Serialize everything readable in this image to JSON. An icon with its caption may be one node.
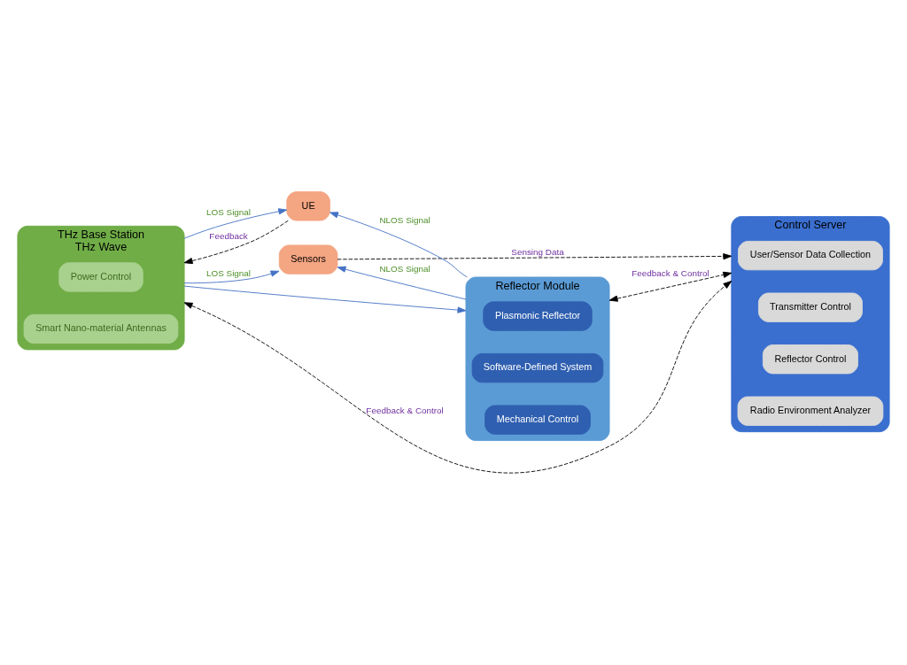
{
  "diagram": {
    "nodes": [
      {
        "text": [
          "THz Base Station",
          "THz Wave"
        ]
      },
      {
        "text": [
          "Power Control"
        ],
        "in": 0
      },
      {
        "text": [
          "Smart Nano-material Antennas"
        ],
        "in": 0
      },
      {
        "text": [
          "UE"
        ]
      },
      {
        "text": [
          "Sensors"
        ]
      },
      {
        "text": [
          "Reflector Module"
        ]
      },
      {
        "text": [
          "Plasmonic Reflector"
        ],
        "in": 5
      },
      {
        "text": [
          "Software-Defined System"
        ],
        "in": 5
      },
      {
        "text": [
          "Mechanical Control"
        ],
        "in": 5
      },
      {
        "text": [
          "Control Server"
        ]
      },
      {
        "text": [
          "User/Sensor Data Collection"
        ],
        "in": 9
      },
      {
        "text": [
          "Transmitter Control"
        ],
        "in": 9
      },
      {
        "text": [
          "Reflector Control"
        ],
        "in": 9
      },
      {
        "text": [
          "Radio Environment Analyzer"
        ],
        "in": 9
      }
    ],
    "edges": [
      {
        "from": 0,
        "to": 5,
        "arrow": "to",
        "color": "#4472c4"
      },
      {
        "from": 0,
        "to": 3,
        "arrow": "to",
        "label": "LOS Signal",
        "color": "#4472c4"
      },
      {
        "from": 3,
        "to": 0,
        "arrow": "to",
        "label": "Feedback",
        "style": "dashed",
        "color": "#000000"
      },
      {
        "from": 5,
        "to": 3,
        "arrow": "to",
        "label": "NLOS Signal",
        "color": "#4472c4"
      },
      {
        "from": 0,
        "to": 4,
        "arrow": "to",
        "label": "LOS Signal",
        "color": "#4472c4"
      },
      {
        "from": 5,
        "to": 4,
        "arrow": "to",
        "label": "NLOS Signal",
        "color": "#4472c4"
      },
      {
        "from": 4,
        "to": 9,
        "arrow": "to",
        "label": "Sensing Data",
        "style": "dashed",
        "color": "#000000"
      },
      {
        "from": 0,
        "to": 9,
        "arrow": "both",
        "label": "Feedback & Control",
        "style": "dashed",
        "color": "#000000"
      },
      {
        "from": 5,
        "to": 9,
        "arrow": "both",
        "label": "Feedback & Control",
        "style": "dashed",
        "color": "#000000"
      }
    ]
  }
}
